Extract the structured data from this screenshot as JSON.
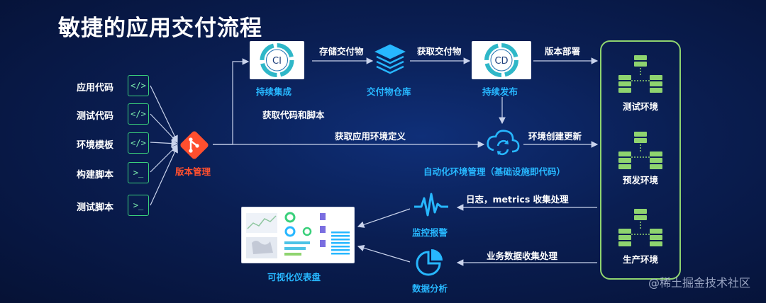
{
  "title": "敏捷的应用交付流程",
  "sources": [
    {
      "label": "应用代码",
      "icon": "code-icon",
      "glyph": "</>"
    },
    {
      "label": "测试代码",
      "icon": "code-icon",
      "glyph": "</>"
    },
    {
      "label": "环境模板",
      "icon": "code-icon",
      "glyph": "</>"
    },
    {
      "label": "构建脚本",
      "icon": "terminal-icon",
      "glyph": ">_"
    },
    {
      "label": "测试脚本",
      "icon": "terminal-icon",
      "glyph": ">_"
    }
  ],
  "vcs": {
    "label": "版本管理",
    "icon": "git-icon"
  },
  "ci": {
    "label": "持续集成",
    "badge": "CI"
  },
  "artifact_repo": {
    "label": "交付物仓库",
    "icon": "layers-icon"
  },
  "cd": {
    "label": "持续发布",
    "badge": "CD"
  },
  "automation": {
    "label": "自动化环境管理（基础设施即代码）",
    "icon": "sync-icon"
  },
  "monitor": {
    "label": "监控报警",
    "icon": "pulse-icon"
  },
  "analytics": {
    "label": "数据分析",
    "icon": "pie-icon"
  },
  "dashboard": {
    "label": "可视化仪表盘"
  },
  "environments": [
    {
      "label": "测试环境",
      "icon": "server-cluster-icon"
    },
    {
      "label": "预发环境",
      "icon": "server-cluster-icon"
    },
    {
      "label": "生产环境",
      "icon": "server-cluster-icon"
    }
  ],
  "edges": {
    "store": "存储交付物",
    "fetch": "获取交付物",
    "deploy": "版本部署",
    "code_scripts": "获取代码和脚本",
    "env_def": "获取应用环境定义",
    "env_update": "环境创建更新",
    "logs": "日志，metrics 收集处理",
    "biz": "业务数据收集处理"
  },
  "watermark": "@稀土掘金技术社区",
  "colors": {
    "accent_blue": "#27b7ff",
    "git_red": "#ff4f2e",
    "env_green": "#8fd46f",
    "code_green": "#3ad07b"
  }
}
